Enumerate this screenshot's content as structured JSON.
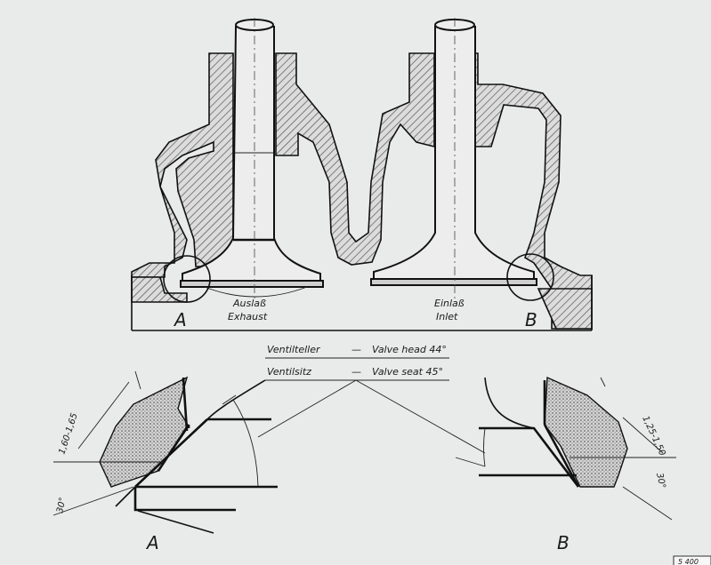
{
  "top_view": {
    "label_a": "A",
    "label_b": "B",
    "exhaust_de": "Auslaß",
    "exhaust_en": "Exhaust",
    "inlet_de": "Einlaß",
    "inlet_en": "Inlet"
  },
  "legend": {
    "row1_de": "Ventilteller",
    "row1_dash": "—",
    "row1_en": "Valve head 44°",
    "row2_de": "Ventilsitz",
    "row2_dash": "—",
    "row2_en": "Valve seat 45°"
  },
  "detail_a": {
    "label": "A",
    "width_dim": "1,60-1,65",
    "angle_dim": "30°"
  },
  "detail_b": {
    "label": "B",
    "width_dim": "1,25-1,50",
    "angle_dim": "30°"
  },
  "corner_stamp": "5 400"
}
